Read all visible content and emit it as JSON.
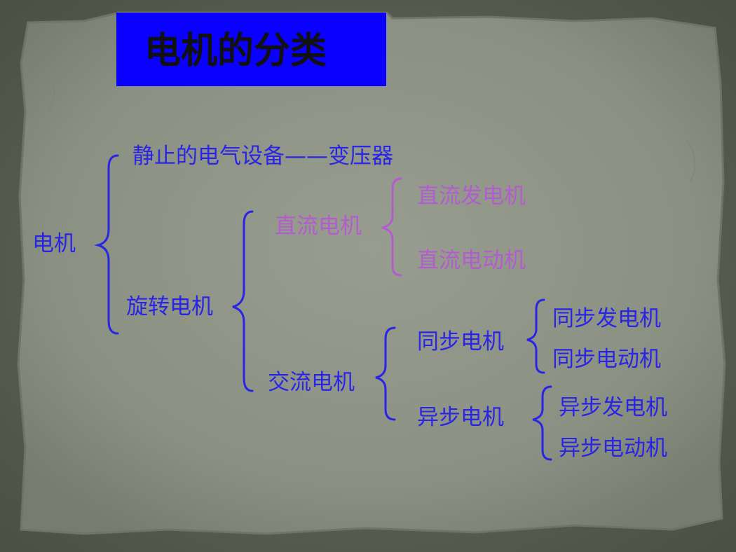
{
  "title": "电机的分类",
  "colors": {
    "title_box": "#0a00ff",
    "node_blue": "#2a24e6",
    "node_purple": "#b25ccf",
    "paper": "#8f9587"
  },
  "tree": {
    "root": "电机",
    "static": "静止的电气设备——变压器",
    "rotating": "旋转电机",
    "dc": {
      "label": "直流电机",
      "generator": "直流发电机",
      "motor": "直流电动机"
    },
    "ac": {
      "label": "交流电机",
      "synchronous": {
        "label": "同步电机",
        "generator": "同步发电机",
        "motor": "同步电动机"
      },
      "asynchronous": {
        "label": "异步电机",
        "generator": "异步发电机",
        "motor": "异步电动机"
      }
    }
  }
}
